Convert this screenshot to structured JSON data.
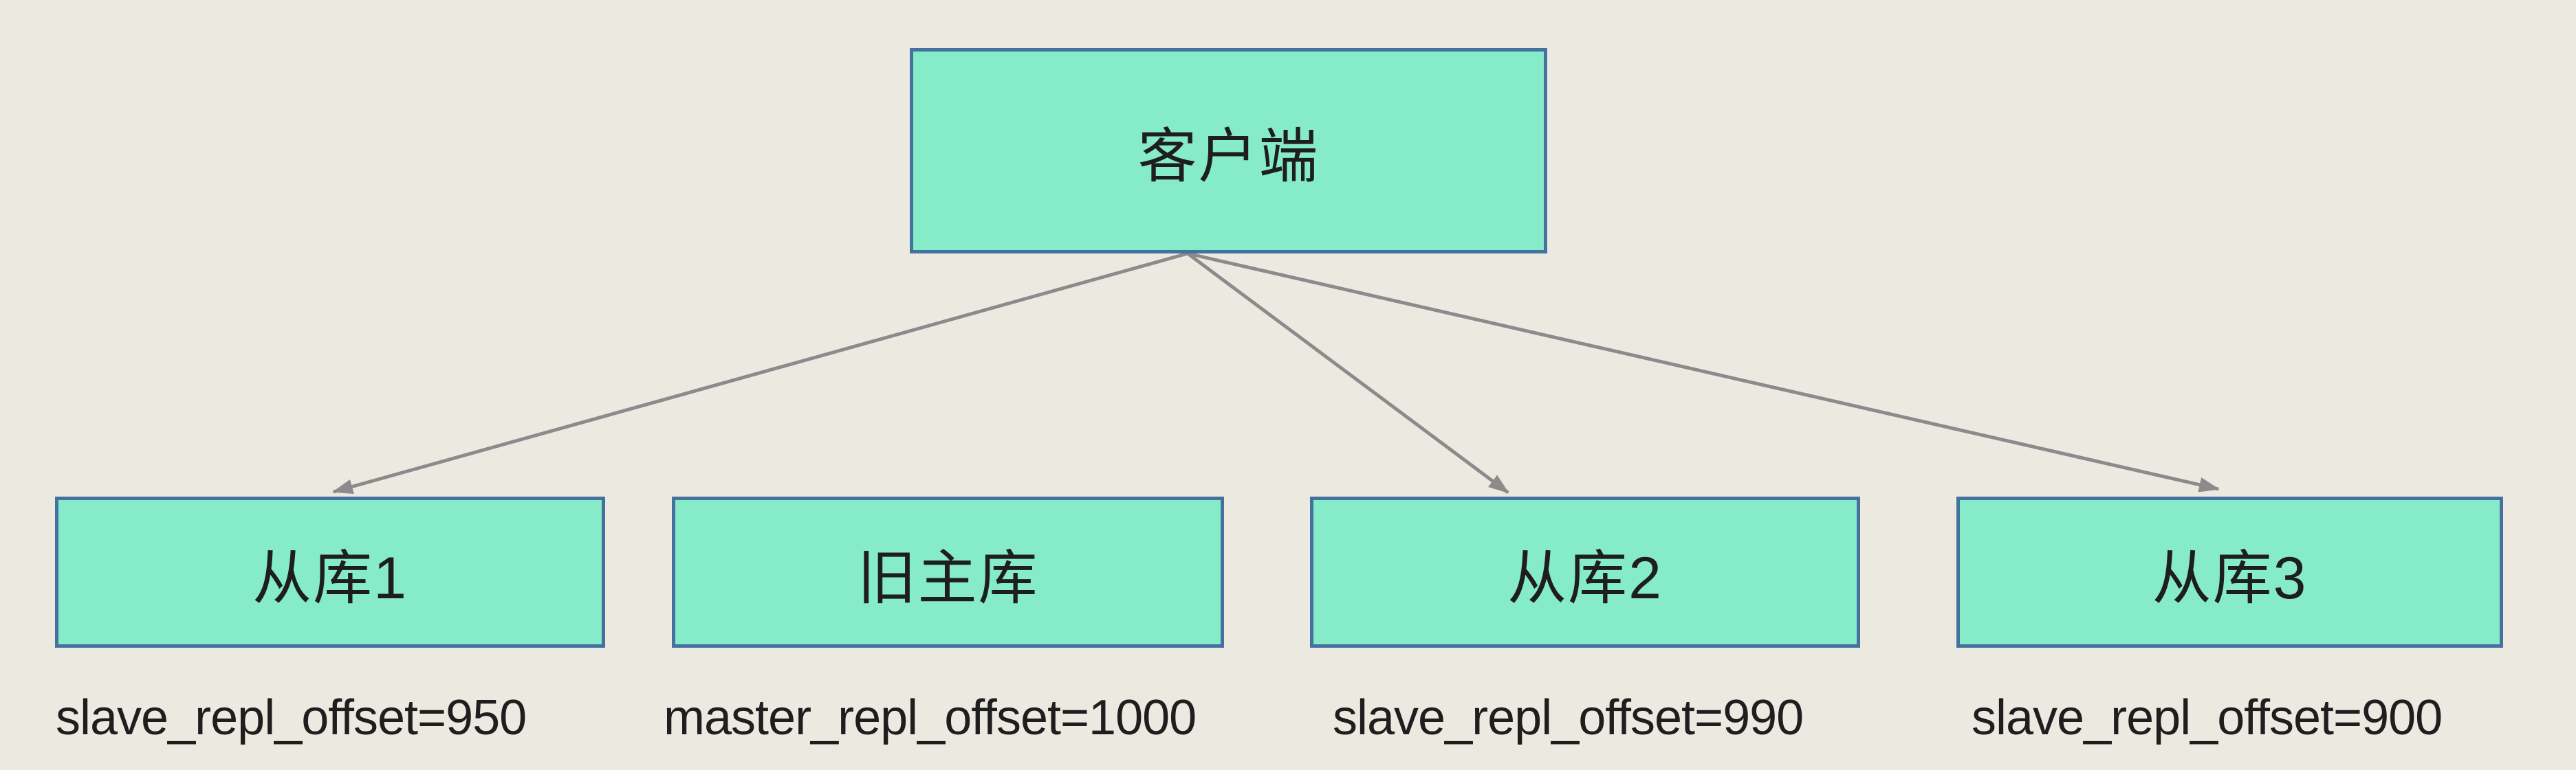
{
  "client": {
    "label": "客户端"
  },
  "nodes": [
    {
      "label": "从库1",
      "offset": "slave_repl_offset=950"
    },
    {
      "label": "旧主库",
      "offset": "master_repl_offset=1000"
    },
    {
      "label": "从库2",
      "offset": "slave_repl_offset=990"
    },
    {
      "label": "从库3",
      "offset": "slave_repl_offset=900"
    }
  ],
  "colors": {
    "background": "#eceae0",
    "node_fill": "#85ebc9",
    "node_border": "#44719e",
    "arrow": "#8b8b8b",
    "text": "#1e1e1e"
  }
}
